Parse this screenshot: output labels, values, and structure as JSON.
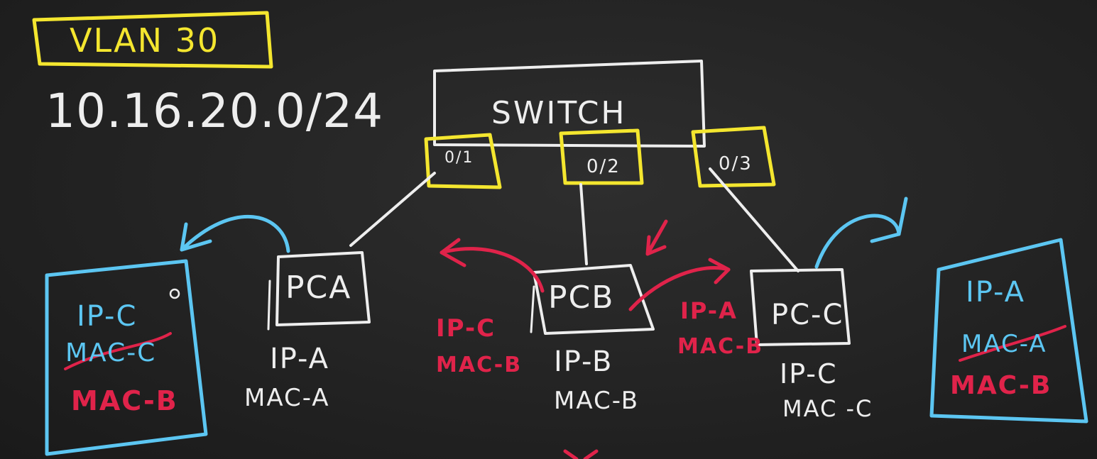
{
  "vlan": {
    "label": "VLAN 30",
    "subnet": "10.16.20.0/24"
  },
  "switch": {
    "label": "SWITCH",
    "ports": [
      {
        "id": "p1",
        "label": "0/1"
      },
      {
        "id": "p2",
        "label": "0/2"
      },
      {
        "id": "p3",
        "label": "0/3"
      }
    ]
  },
  "hosts": [
    {
      "id": "pca",
      "name": "PCA",
      "ip": "IP-A",
      "mac": "MAC-A"
    },
    {
      "id": "pcb",
      "name": "PCB",
      "ip": "IP-B",
      "mac": "MAC-B"
    },
    {
      "id": "pcc",
      "name": "PC-C",
      "ip": "IP-C",
      "mac": "MAC -C"
    }
  ],
  "spoofed_messages": {
    "to_a": {
      "ip": "IP-C",
      "mac": "MAC-B"
    },
    "to_c": {
      "ip": "IP-A",
      "mac": "MAC-B"
    }
  },
  "arp_cache_a": {
    "ip": "IP-C",
    "old_mac": "MAC-C",
    "new_mac": "MAC-B"
  },
  "arp_cache_c": {
    "ip": "IP-A",
    "old_mac": "MAC-A",
    "new_mac": "MAC-B"
  },
  "colors": {
    "chalk": "#eeeeee",
    "attack": "#e0234a",
    "cache": "#5cc6f2",
    "highlight": "#f4e62f",
    "board": "#232323"
  }
}
